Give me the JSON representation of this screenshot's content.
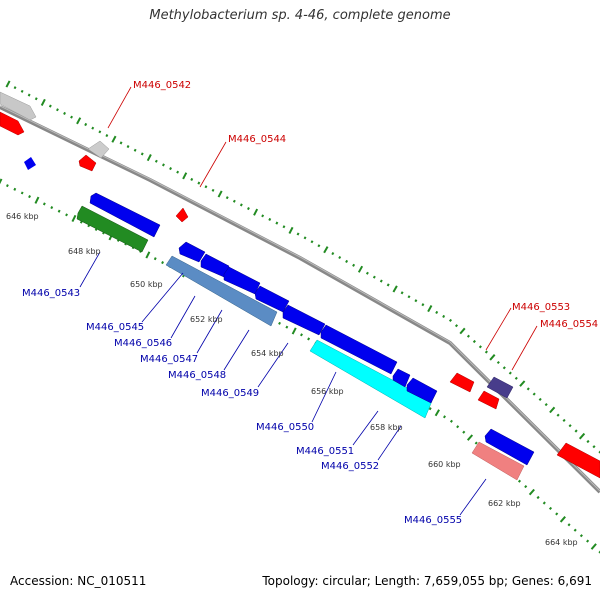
{
  "title": "Methylobacterium sp. 4-46, complete genome",
  "footer": {
    "accession": "Accession: NC_010511",
    "summary": "Topology: circular; Length: 7,659,055 bp; Genes: 6,691"
  },
  "kbp_ticks": [
    "646 kbp",
    "648 kbp",
    "650 kbp",
    "652 kbp",
    "654 kbp",
    "656 kbp",
    "658 kbp",
    "660 kbp",
    "662 kbp",
    "664 kbp"
  ],
  "gene_labels_top": [
    "M446_0542",
    "M446_0544",
    "M446_0553",
    "M446_0554"
  ],
  "gene_labels_bottom": [
    "M446_0543",
    "M446_0545",
    "M446_0546",
    "M446_0547",
    "M446_0548",
    "M446_0549",
    "M446_0550",
    "M446_0551",
    "M446_0552",
    "M446_0555"
  ],
  "colors": {
    "backbone": "#808080",
    "forward_gene": "#ff0000",
    "reverse_gene": "#0000ee",
    "pseudo": "#cccccc",
    "rna": "#228b22",
    "steelblue": "#4f81bd",
    "cyan": "#00ffff",
    "slate": "#483d8b",
    "pink": "#f08080",
    "tick": "#228b22"
  }
}
